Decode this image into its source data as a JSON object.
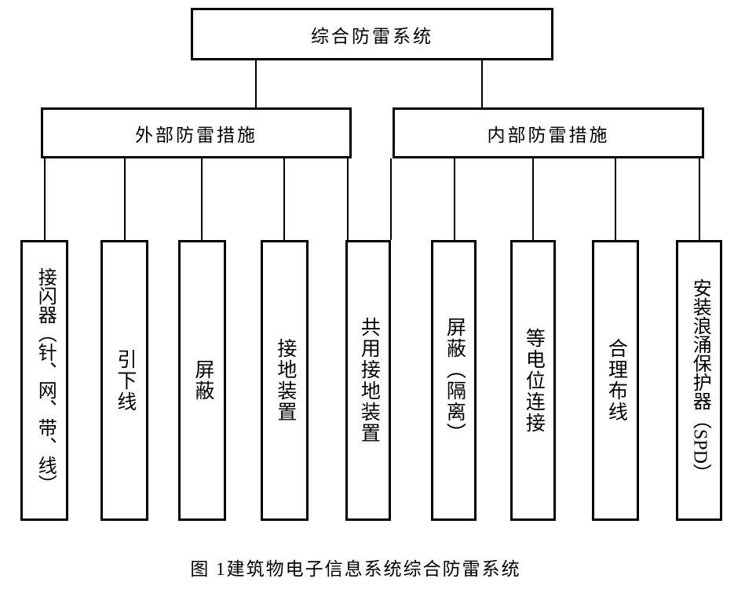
{
  "colors": {
    "line": "#000000",
    "text": "#000000",
    "background": "#ffffff"
  },
  "diagram": {
    "root": {
      "label": "综合防雷系统"
    },
    "branches": [
      {
        "label": "外部防雷措施"
      },
      {
        "label": "内部防雷措施"
      }
    ],
    "leaves": [
      {
        "label": "接闪器（针、网、带、线）",
        "parent": "外部防雷措施"
      },
      {
        "label": "引下线",
        "parent": "外部防雷措施"
      },
      {
        "label": "屏蔽",
        "parent": "外部防雷措施"
      },
      {
        "label": "接地装置",
        "parent": "外部防雷措施"
      },
      {
        "label": "共用接地装置",
        "parent": "外部防雷措施 内部防雷措施"
      },
      {
        "label": "屏蔽（隔离）",
        "parent": "内部防雷措施"
      },
      {
        "label": "等电位连接",
        "parent": "内部防雷措施"
      },
      {
        "label": "合理布线",
        "parent": "内部防雷措施"
      },
      {
        "label": "安装浪涌保护器（SPD）",
        "parent": "内部防雷措施"
      }
    ],
    "caption": "图 1建筑物电子信息系统综合防雷系统"
  }
}
